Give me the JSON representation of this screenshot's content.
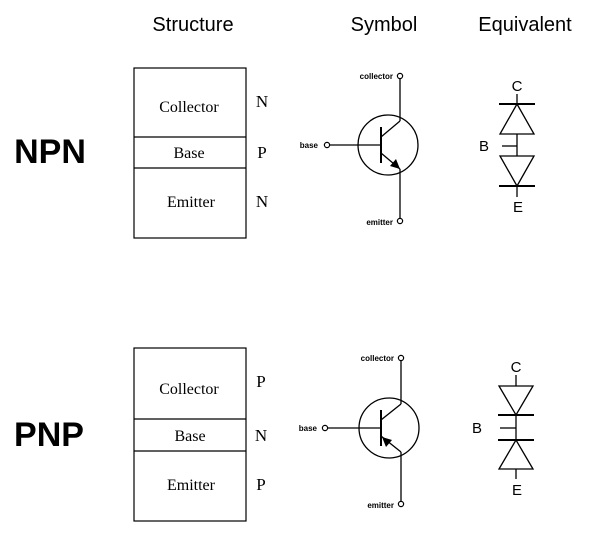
{
  "headers": {
    "structure": "Structure",
    "symbol": "Symbol",
    "equivalent": "Equivalent"
  },
  "npn": {
    "label": "NPN",
    "layers": [
      {
        "name": "Collector",
        "type": "N"
      },
      {
        "name": "Base",
        "type": "P"
      },
      {
        "name": "Emitter",
        "type": "N"
      }
    ],
    "symbol": {
      "collector": "collector",
      "base": "base",
      "emitter": "emitter"
    },
    "equivalent": {
      "c": "C",
      "b": "B",
      "e": "E"
    }
  },
  "pnp": {
    "label": "PNP",
    "layers": [
      {
        "name": "Collector",
        "type": "P"
      },
      {
        "name": "Base",
        "type": "N"
      },
      {
        "name": "Emitter",
        "type": "P"
      }
    ],
    "symbol": {
      "collector": "collector",
      "base": "base",
      "emitter": "emitter"
    },
    "equivalent": {
      "c": "C",
      "b": "B",
      "e": "E"
    }
  }
}
